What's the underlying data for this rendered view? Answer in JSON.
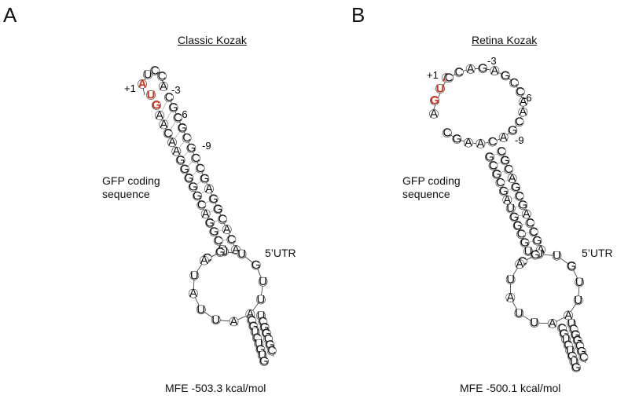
{
  "panels": [
    {
      "letter": "A",
      "title": "Classic Kozak",
      "left_label": "GFP coding\nsequence",
      "right_label": "5’UTR",
      "mfe": "MFE -503.3 kcal/mol",
      "start_codon": [
        "A",
        "U",
        "G"
      ],
      "position_labels": [
        "+1",
        "-3",
        "-6",
        "-9"
      ],
      "accent_color": "#d0341f",
      "stem_pairs": [
        [
          "A",
          "C"
        ],
        [
          "A",
          "G"
        ],
        [
          "C",
          "C"
        ],
        [
          "A",
          "G"
        ],
        [
          "A",
          "C"
        ],
        [
          "G",
          "G"
        ],
        [
          "G",
          "C"
        ],
        [
          "G",
          "C"
        ],
        [
          "G",
          "G"
        ],
        [
          "G",
          "A"
        ],
        [
          "C",
          "G"
        ],
        [
          "A",
          "G"
        ],
        [
          "G",
          "C"
        ],
        [
          "G",
          "A"
        ],
        [
          "C",
          "C"
        ],
        [
          "U",
          "A"
        ]
      ],
      "loop_bases": [
        "C",
        "U",
        "U",
        "G",
        "U",
        "U",
        "A",
        "A",
        "U",
        "U",
        "A",
        "U",
        "A",
        "G"
      ],
      "tail_bases": [
        "C",
        "G",
        "U",
        "C",
        "U",
        "G",
        "U",
        "G",
        "U",
        "C",
        "G",
        "G",
        "C",
        "G",
        "C"
      ]
    },
    {
      "letter": "B",
      "title": "Retina Kozak",
      "left_label": "GFP coding\nsequence",
      "right_label": "5’UTR",
      "mfe": "MFE -500.1 kcal/mol",
      "start_codon": [
        "A",
        "U",
        "G"
      ],
      "position_labels": [
        "+1",
        "-3",
        "-6",
        "-9"
      ],
      "accent_color": "#d0341f",
      "bulge_bases": [
        "C",
        "C",
        "A",
        "G",
        "A",
        "G",
        "C",
        "C",
        "A",
        "A",
        "C",
        "G",
        "A",
        "C",
        "A",
        "A",
        "G",
        "C"
      ],
      "stem_pairs": [
        [
          "G",
          "C"
        ],
        [
          "C",
          "G"
        ],
        [
          "G",
          "C"
        ],
        [
          "C",
          "A"
        ],
        [
          "G",
          "G"
        ],
        [
          "A",
          "C"
        ],
        [
          "U",
          "G"
        ],
        [
          "G",
          "A"
        ],
        [
          "G",
          "C"
        ],
        [
          "C",
          "C"
        ],
        [
          "G",
          "G"
        ],
        [
          "U",
          "A"
        ]
      ],
      "loop_bases": [
        "C",
        "U",
        "U",
        "G",
        "U",
        "U",
        "A",
        "A",
        "U",
        "U",
        "A",
        "U",
        "A",
        "G"
      ],
      "tail_bases": [
        "C",
        "G",
        "U",
        "C",
        "U",
        "G",
        "U",
        "G",
        "U",
        "C",
        "G",
        "G",
        "C",
        "G",
        "C"
      ]
    }
  ]
}
